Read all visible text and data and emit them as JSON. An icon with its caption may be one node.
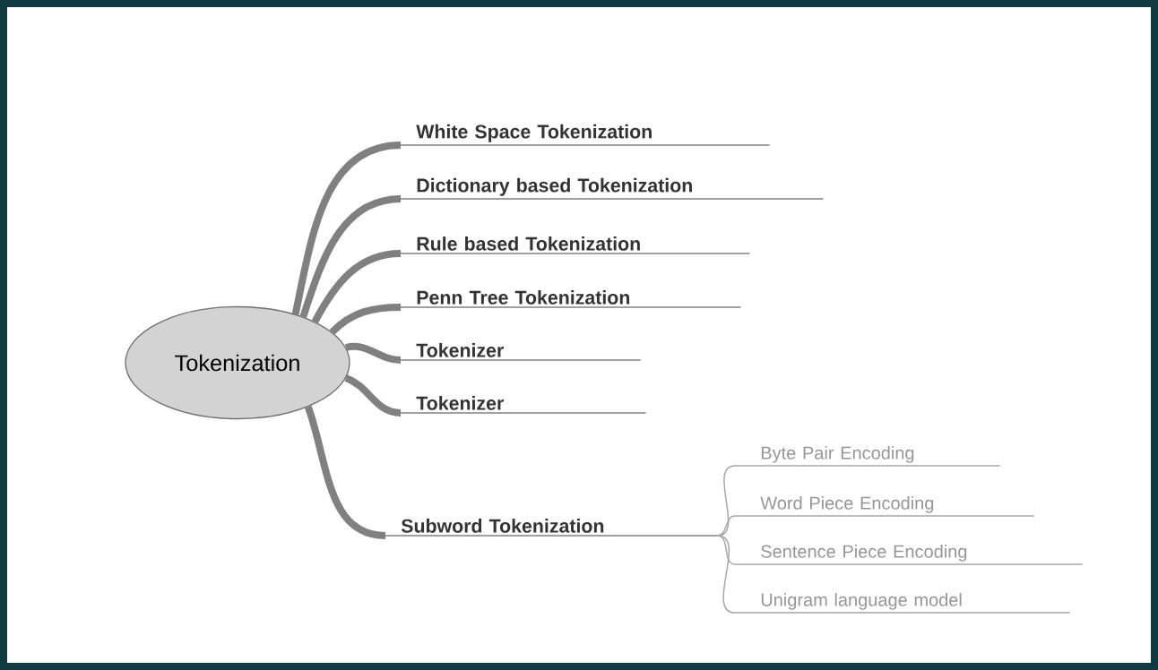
{
  "diagram": {
    "nodes": [
      {
        "text": [
          "Tokenization"
        ]
      },
      {
        "text": [
          "White Space Tokenization"
        ]
      },
      {
        "text": [
          "Dictionary based Tokenization"
        ]
      },
      {
        "text": [
          "Rule based Tokenization"
        ]
      },
      {
        "text": [
          "Penn Tree Tokenization"
        ]
      },
      {
        "text": [
          "Tokenizer"
        ]
      },
      {
        "text": [
          "Tokenizer"
        ]
      },
      {
        "text": [
          "Subword Tokenization"
        ]
      },
      {
        "text": [
          "Byte Pair Encoding"
        ]
      },
      {
        "text": [
          "Word Piece Encoding"
        ]
      },
      {
        "text": [
          "Sentence Piece Encoding"
        ]
      },
      {
        "text": [
          "Unigram language model"
        ]
      }
    ],
    "edges": [
      {
        "from": 0,
        "to": 1,
        "arrow": "none"
      },
      {
        "from": 0,
        "to": 2,
        "arrow": "none"
      },
      {
        "from": 0,
        "to": 3,
        "arrow": "none"
      },
      {
        "from": 0,
        "to": 4,
        "arrow": "none"
      },
      {
        "from": 0,
        "to": 5,
        "arrow": "none"
      },
      {
        "from": 0,
        "to": 6,
        "arrow": "none"
      },
      {
        "from": 0,
        "to": 7,
        "arrow": "none"
      },
      {
        "from": 7,
        "to": 8,
        "arrow": "none",
        "color": "#a6a6a6"
      },
      {
        "from": 7,
        "to": 9,
        "arrow": "none",
        "color": "#a6a6a6"
      },
      {
        "from": 7,
        "to": 10,
        "arrow": "none",
        "color": "#a6a6a6"
      },
      {
        "from": 7,
        "to": 11,
        "arrow": "none",
        "color": "#a6a6a6"
      }
    ]
  }
}
